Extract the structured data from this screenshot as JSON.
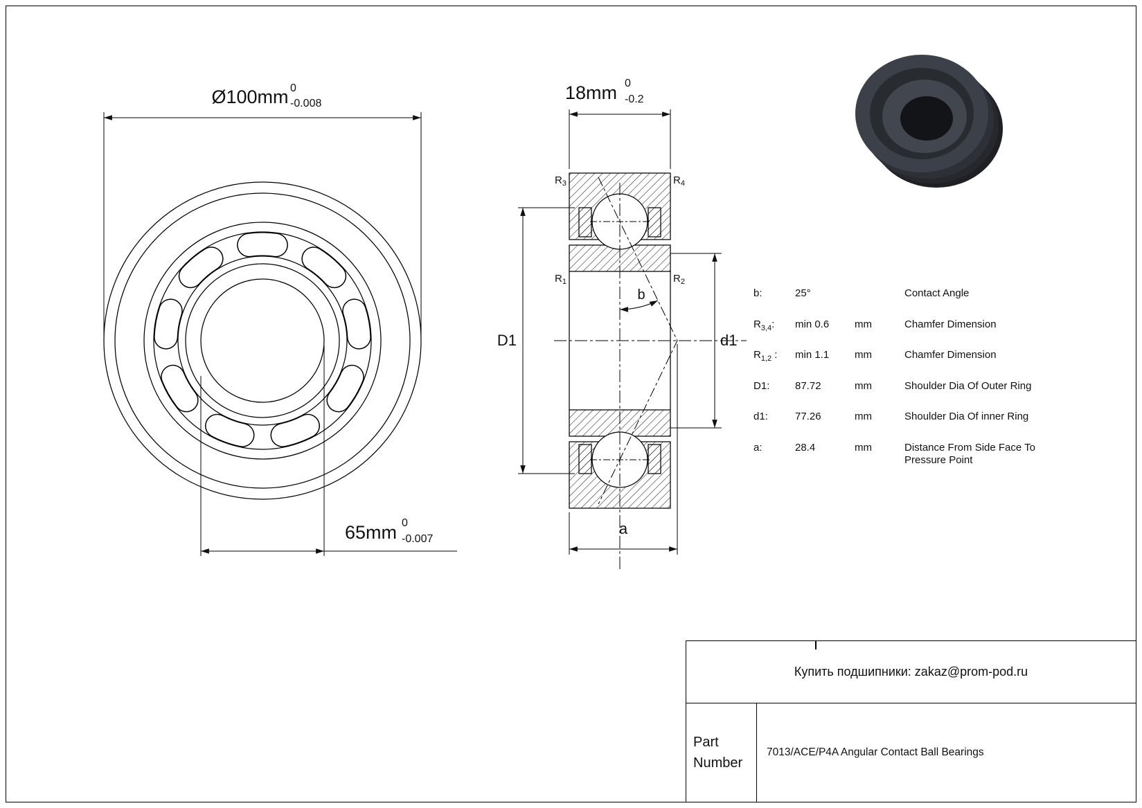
{
  "front_view": {
    "outer_dim": {
      "value": "Ø100mm",
      "tol_upper": "0",
      "tol_lower": "-0.008"
    },
    "bore_dim": {
      "value": "65mm",
      "tol_upper": "0",
      "tol_lower": "-0.007"
    }
  },
  "section_view": {
    "width_dim": {
      "value": "18mm",
      "tol_upper": "0",
      "tol_lower": "-0.2"
    },
    "labels": {
      "r3": {
        "base": "R",
        "sub": "3"
      },
      "r4": {
        "base": "R",
        "sub": "4"
      },
      "r1": {
        "base": "R",
        "sub": "1"
      },
      "r2": {
        "base": "R",
        "sub": "2"
      },
      "outer_shoulder": "D1",
      "inner_shoulder": "d1",
      "contact_angle": "b",
      "pressure_distance": "a"
    }
  },
  "spec_table": {
    "rows": [
      {
        "param": "b",
        "param_sub": "",
        "param_post": ":",
        "value": "25°",
        "unit": "",
        "desc": "Contact Angle"
      },
      {
        "param": "R",
        "param_sub": "3,4",
        "param_post": ":",
        "value": "min 0.6",
        "unit": "mm",
        "desc": "Chamfer Dimension"
      },
      {
        "param": "R",
        "param_sub": "1,2",
        "param_post": " :",
        "value": "min 1.1",
        "unit": "mm",
        "desc": "Chamfer Dimension"
      },
      {
        "param": "D1",
        "param_sub": "",
        "param_post": ":",
        "value": "87.72",
        "unit": "mm",
        "desc": "Shoulder Dia Of Outer Ring"
      },
      {
        "param": "d1",
        "param_sub": "",
        "param_post": ":",
        "value": "77.26",
        "unit": "mm",
        "desc": "Shoulder Dia Of inner Ring"
      },
      {
        "param": "a",
        "param_sub": "",
        "param_post": ":",
        "value": "28.4",
        "unit": "mm",
        "desc": "Distance From Side Face To Pressure Point"
      }
    ]
  },
  "footer": {
    "contact": "Купить подшипники: zakaz@prom-pod.ru",
    "part_label": "Part Number",
    "part_value": "7013/ACE/P4A Angular Contact Ball Bearings"
  }
}
